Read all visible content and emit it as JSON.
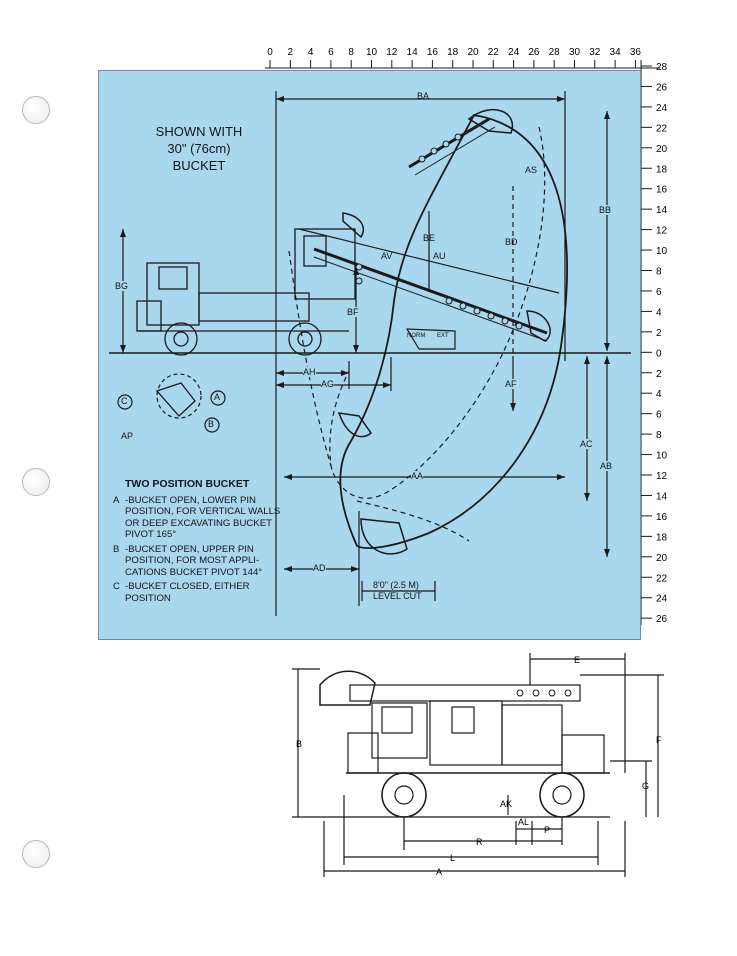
{
  "page": {
    "header_scale": {
      "ticks": [
        "0",
        "2",
        "4",
        "6",
        "8",
        "10",
        "12",
        "14",
        "16",
        "18",
        "20",
        "22",
        "24",
        "26",
        "28",
        "30",
        "32",
        "34",
        "36"
      ]
    },
    "side_scale": {
      "ticks": [
        "28",
        "26",
        "24",
        "22",
        "20",
        "18",
        "16",
        "14",
        "12",
        "10",
        "8",
        "6",
        "4",
        "2",
        "0",
        "2",
        "4",
        "6",
        "8",
        "10",
        "12",
        "14",
        "16",
        "18",
        "20",
        "22",
        "24",
        "26"
      ]
    },
    "shown_with": {
      "line1": "SHOWN WITH",
      "line2": "30\" (76cm)",
      "line3": "BUCKET"
    },
    "legend": {
      "title": "TWO POSITION BUCKET",
      "items": [
        {
          "key": "A",
          "text": "-BUCKET OPEN, LOWER PIN POSITION, FOR VERTICAL WALLS OR DEEP EXCAVATING BUCKET PIVOT 165°"
        },
        {
          "key": "B",
          "text": "-BUCKET OPEN, UPPER PIN POSITION, FOR MOST APPLI- CATIONS BUCKET PIVOT 144°"
        },
        {
          "key": "C",
          "text": "-BUCKET CLOSED, EITHER POSITION"
        }
      ]
    },
    "pivot_labels": {
      "a": "A",
      "b": "B",
      "c": "C",
      "ap": "AP"
    },
    "dimensions": {
      "ba": "BA",
      "bb": "BB",
      "bg": "BG",
      "bf": "BF",
      "be": "BE",
      "bd": "BD",
      "as": "AS",
      "av": "AV",
      "au": "AU",
      "ah": "AH",
      "ag": "AG",
      "af": "AF",
      "ac": "AC",
      "ab": "AB",
      "aa": "AA",
      "ad": "AD",
      "norm": "NORM",
      "ext": "EXT",
      "level_cut_1": "8'0\" (2.5 M)",
      "level_cut_2": "LEVEL CUT"
    },
    "lower_dimensions": {
      "e": "E",
      "b": "B",
      "f": "F",
      "g": "G",
      "ak": "AK",
      "al": "AL",
      "p": "P",
      "r": "R",
      "l": "L",
      "a": "A"
    }
  },
  "colors": {
    "panel_bg": "#a9d7ee",
    "line": "#1a1a1a"
  }
}
